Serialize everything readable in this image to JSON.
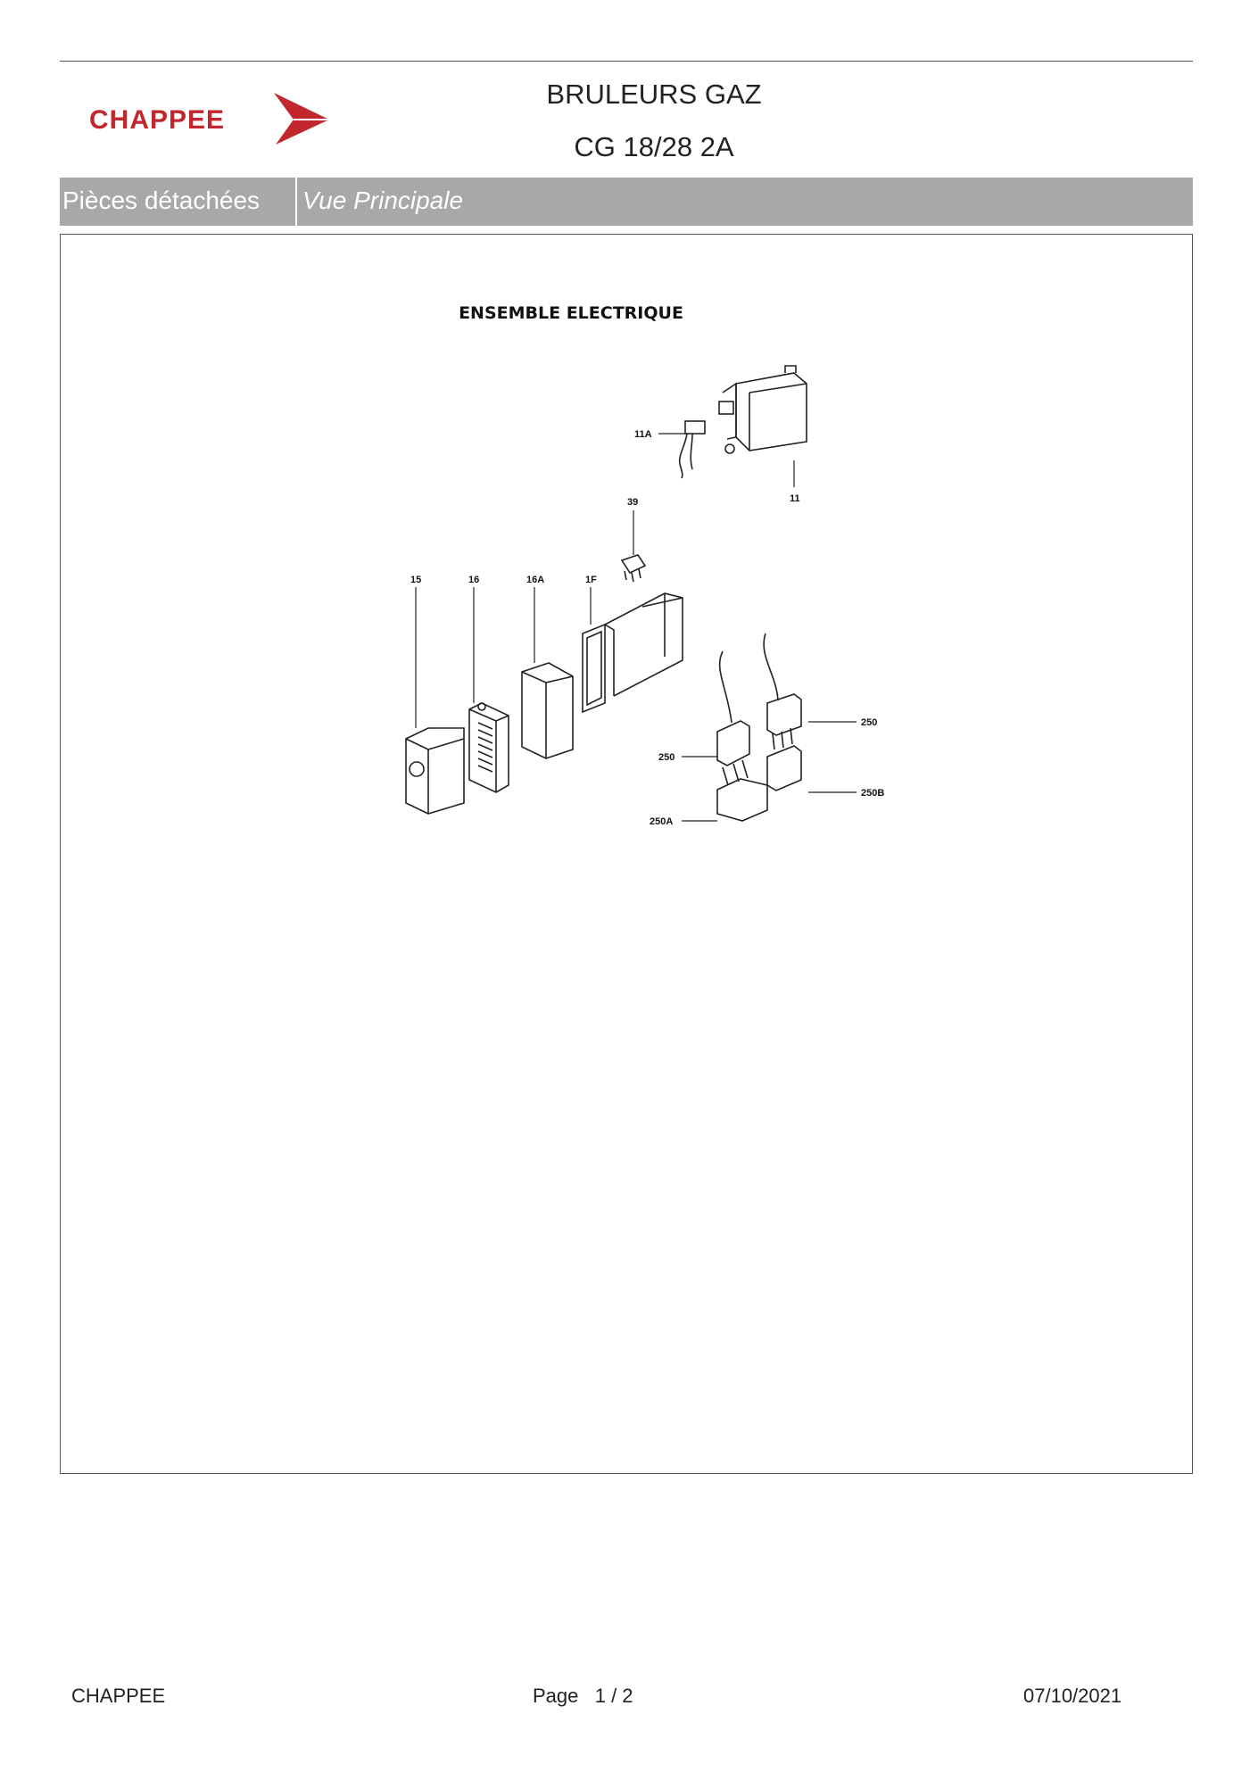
{
  "header": {
    "brand": "CHAPPEE",
    "title": "BRULEURS GAZ",
    "model": "CG 18/28 2A"
  },
  "tabs": {
    "section": "Pièces détachées",
    "view": "Vue Principale"
  },
  "diagram": {
    "title": "ENSEMBLE ELECTRIQUE",
    "callouts": [
      "11A",
      "11",
      "39",
      "15",
      "16",
      "16A",
      "1F",
      "250",
      "250",
      "250B",
      "250A"
    ]
  },
  "footer": {
    "brand": "CHAPPEE",
    "page_label": "Page",
    "page": "1 / 2",
    "date": "07/10/2021"
  },
  "colors": {
    "brand_red": "#c1272d",
    "tab_gray": "#a8a8a8"
  }
}
